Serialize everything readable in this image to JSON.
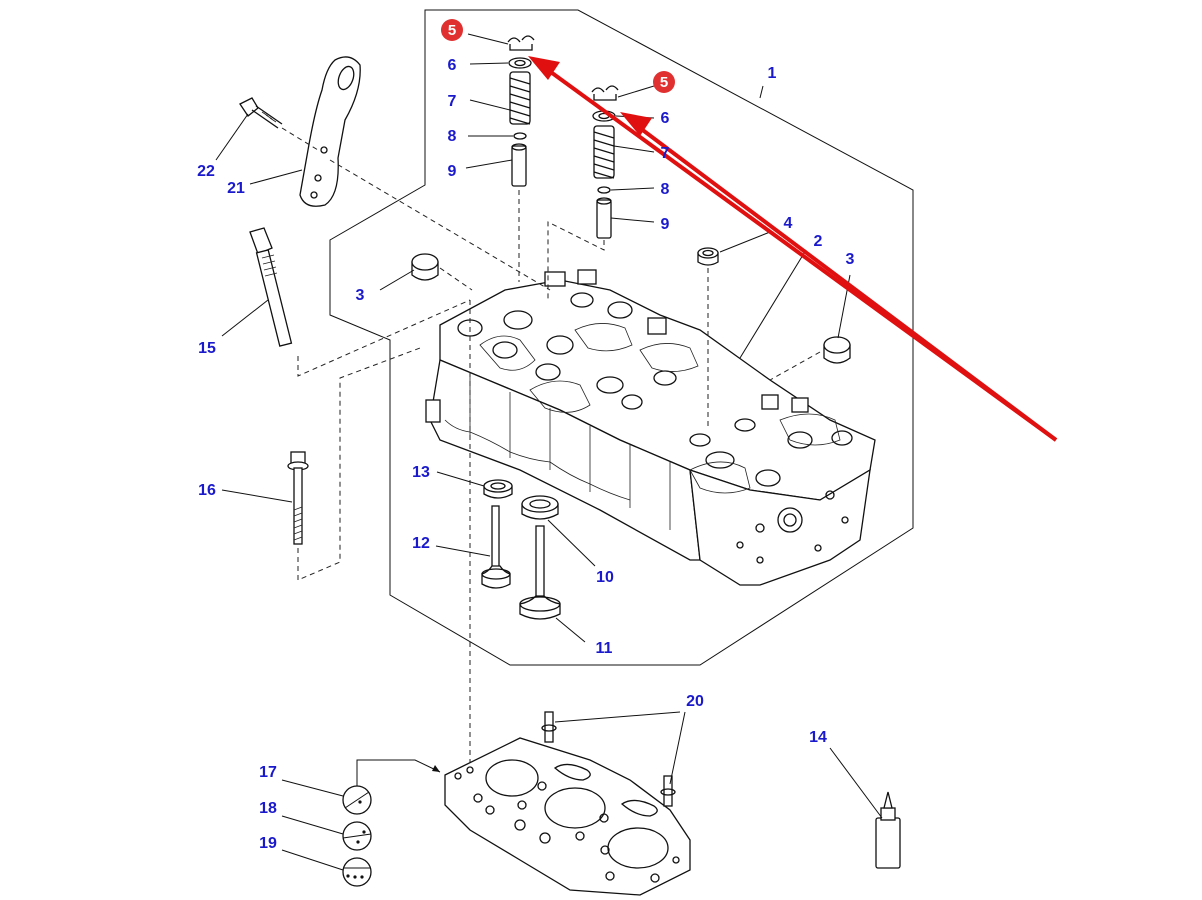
{
  "callouts": {
    "c1": "1",
    "c2": "2",
    "c3a": "3",
    "c3b": "3",
    "c4": "4",
    "c5a": "5",
    "c5b": "5",
    "c6a": "6",
    "c6b": "6",
    "c7a": "7",
    "c7b": "7",
    "c8a": "8",
    "c8b": "8",
    "c9a": "9",
    "c9b": "9",
    "c10": "10",
    "c11": "11",
    "c12": "12",
    "c13": "13",
    "c14": "14",
    "c15": "15",
    "c16": "16",
    "c17": "17",
    "c18": "18",
    "c19": "19",
    "c20": "20",
    "c21": "21",
    "c22": "22"
  },
  "colors": {
    "callout_text": "#1a1acc",
    "highlight_arrow": "#e01010",
    "highlight_badge": "#e03030",
    "line_art": "#111111"
  }
}
